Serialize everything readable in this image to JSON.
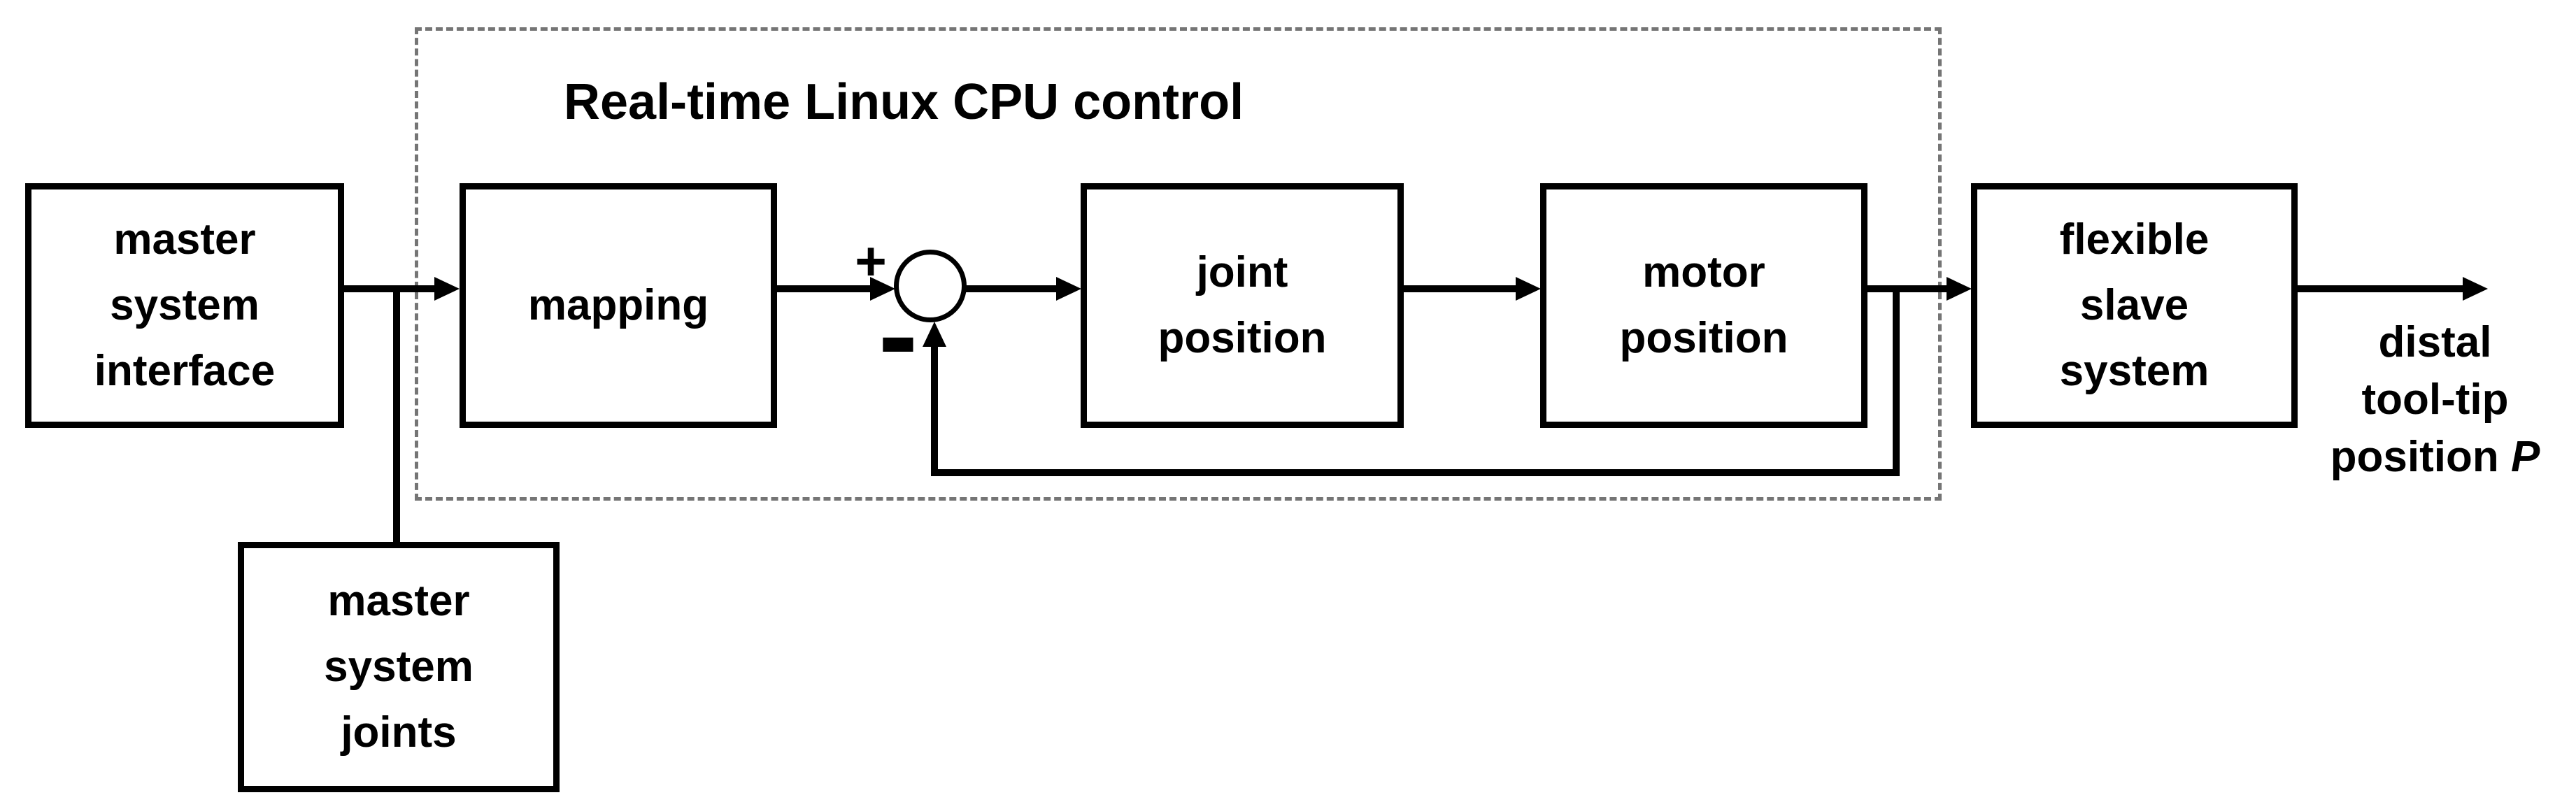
{
  "diagram": {
    "title": "Real-time Linux CPU control",
    "boxes": {
      "master_interface": {
        "label": "master\nsystem\ninterface"
      },
      "mapping": {
        "label": "mapping"
      },
      "joint_position": {
        "label": "joint\nposition"
      },
      "motor_position": {
        "label": "motor\nposition"
      },
      "flexible_slave": {
        "label": "flexible\nslave\nsystem"
      },
      "master_joints": {
        "label": "master\nsystem\njoints"
      }
    },
    "summing_junction": {
      "plus_sign": "+",
      "minus_sign": "-"
    },
    "output_label": {
      "line1": "distal",
      "line2": "tool-tip",
      "line3_word": "position",
      "line3_symbol": "P"
    },
    "colors": {
      "line": "#000000",
      "box_border": "#000000",
      "dashed_border": "#757575",
      "background": "#ffffff"
    }
  }
}
